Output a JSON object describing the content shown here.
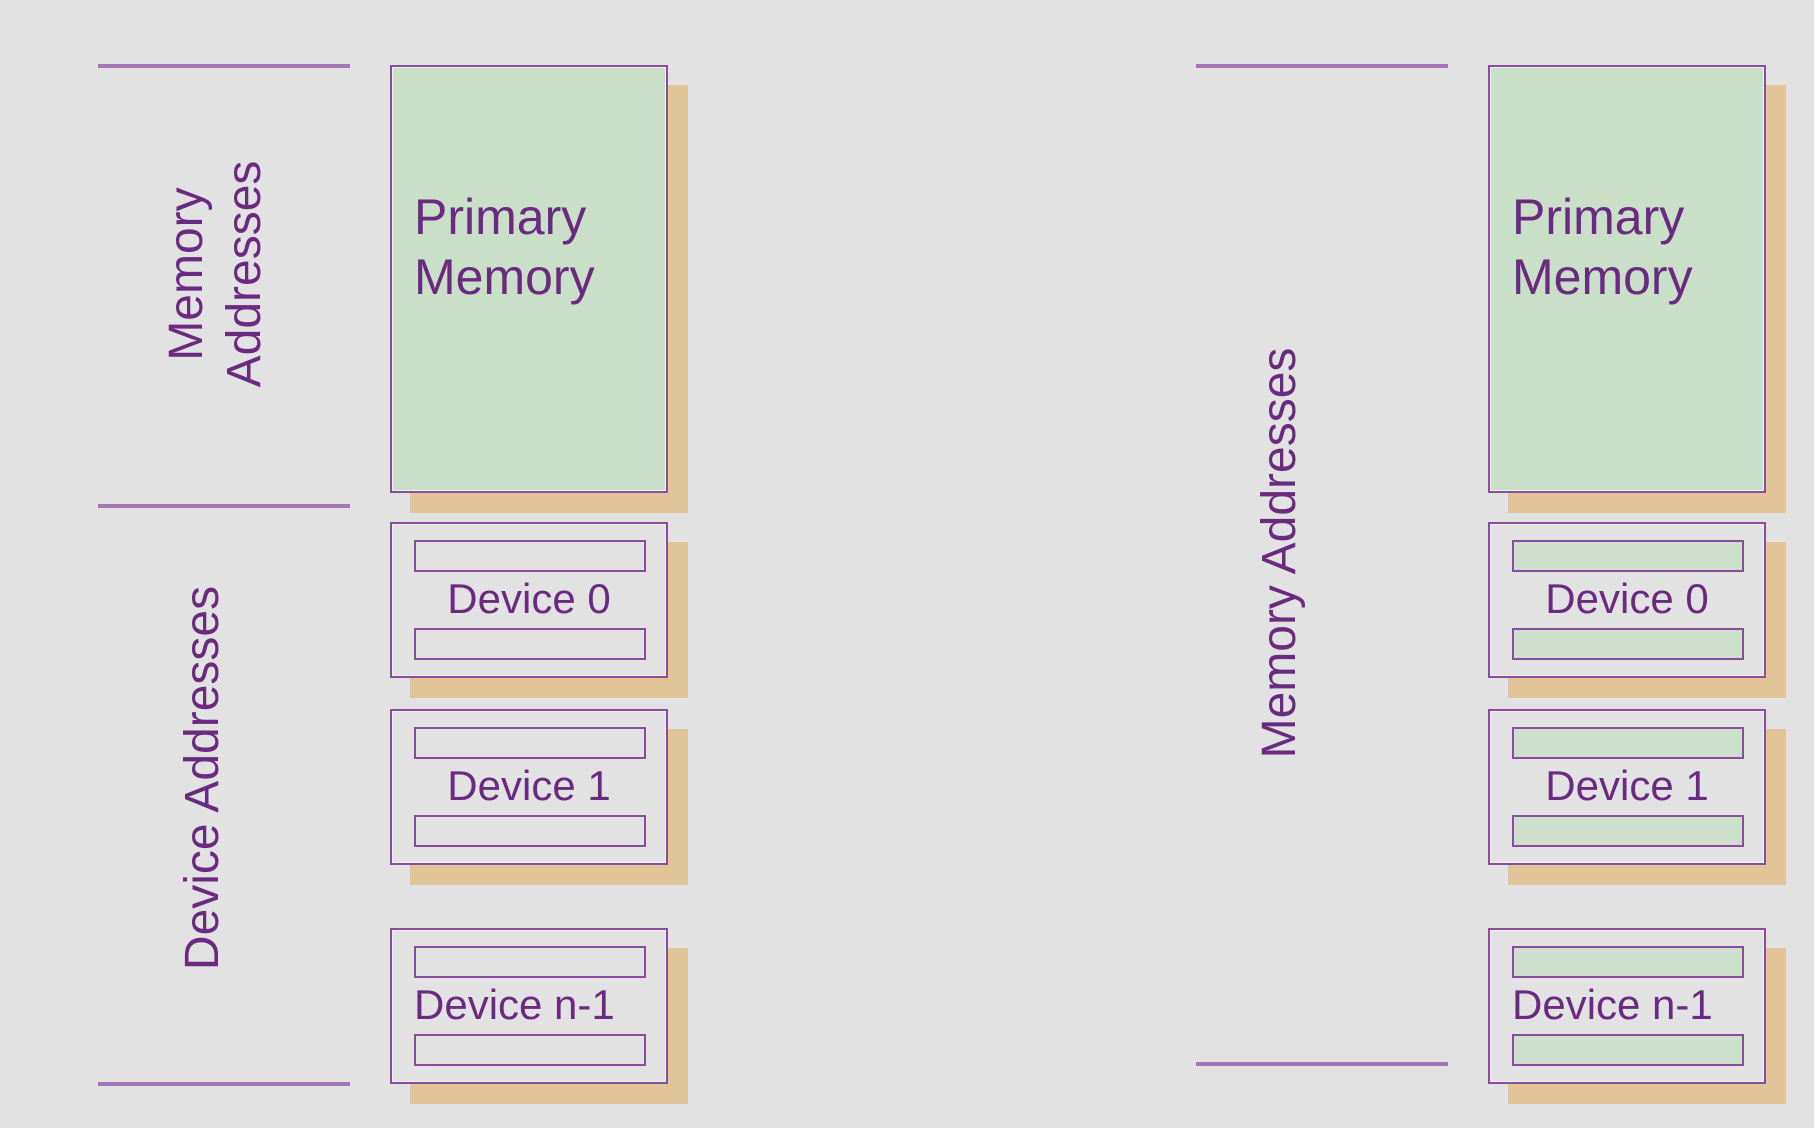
{
  "left": {
    "memory_addresses_label": "Memory\nAddresses",
    "device_addresses_label": "Device Addresses",
    "primary_memory_label": "Primary\nMemory",
    "devices": [
      "Device 0",
      "Device 1",
      "Device n-1"
    ]
  },
  "right": {
    "memory_addresses_label": "Memory Addresses",
    "primary_memory_label": "Primary\nMemory",
    "devices": [
      "Device 0",
      "Device 1",
      "Device n-1"
    ]
  },
  "colors": {
    "background": "#e2e2e2",
    "text": "#6a2a80",
    "border": "#8a4c9c",
    "primary_fill": "#c9dfc8",
    "shadow": "#e1c497"
  }
}
